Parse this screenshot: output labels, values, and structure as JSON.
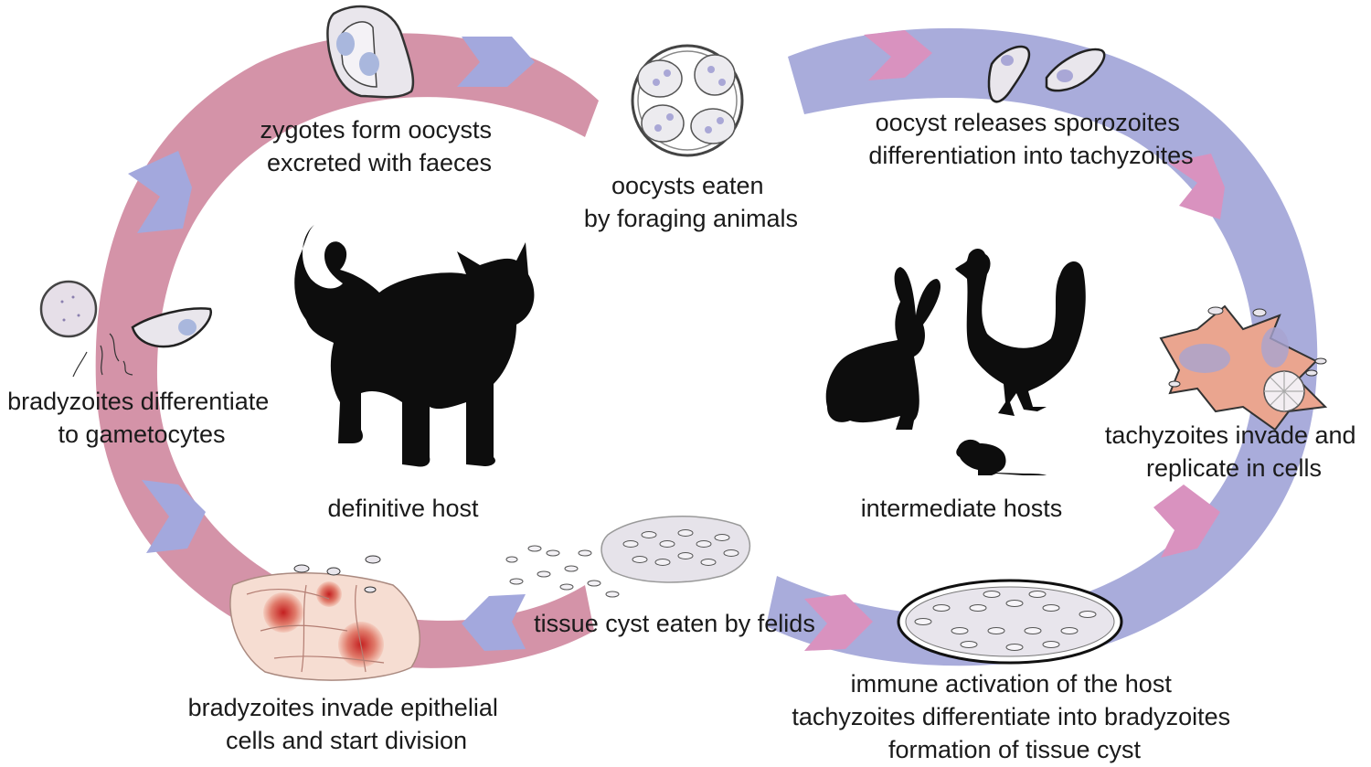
{
  "colors": {
    "definitive_ring": "#d493a8",
    "intermediate_ring": "#a9acdb",
    "arrow_blue": "#a3a8dd",
    "arrow_pink": "#d992bf",
    "silhouette": "#0d0d0d",
    "cell_fill": "#e9e6ec",
    "nucleus": "#a9a7d6",
    "host_cell": "#eaa58f"
  },
  "icons": [
    "cat-silhouette-icon",
    "rabbit-silhouette-icon",
    "chicken-silhouette-icon",
    "mouse-silhouette-icon"
  ],
  "labels": {
    "zygotes": [
      "zygotes form oocysts",
      "excreted with faeces"
    ],
    "oocysts_eaten": [
      "oocysts eaten",
      "by foraging animals"
    ],
    "oocyst_releases": [
      "oocyst releases sporozoites",
      "differentiation into tachyzoites"
    ],
    "bradyzoites_gametocytes": [
      "bradyzoites differentiate",
      "to gametocytes"
    ],
    "tachyzoites_invade": [
      "tachyzoites invade and",
      "replicate in cells"
    ],
    "definitive_host": "definitive host",
    "intermediate_hosts": "intermediate hosts",
    "tissue_cyst_eaten": "tissue cyst eaten by felids",
    "bradyzoites_epithelial": [
      "bradyzoites invade epithelial",
      "cells and start division"
    ],
    "immune": [
      "immune activation of the host",
      "tachyzoites differentiate into bradyzoites",
      "formation of tissue cyst"
    ]
  }
}
